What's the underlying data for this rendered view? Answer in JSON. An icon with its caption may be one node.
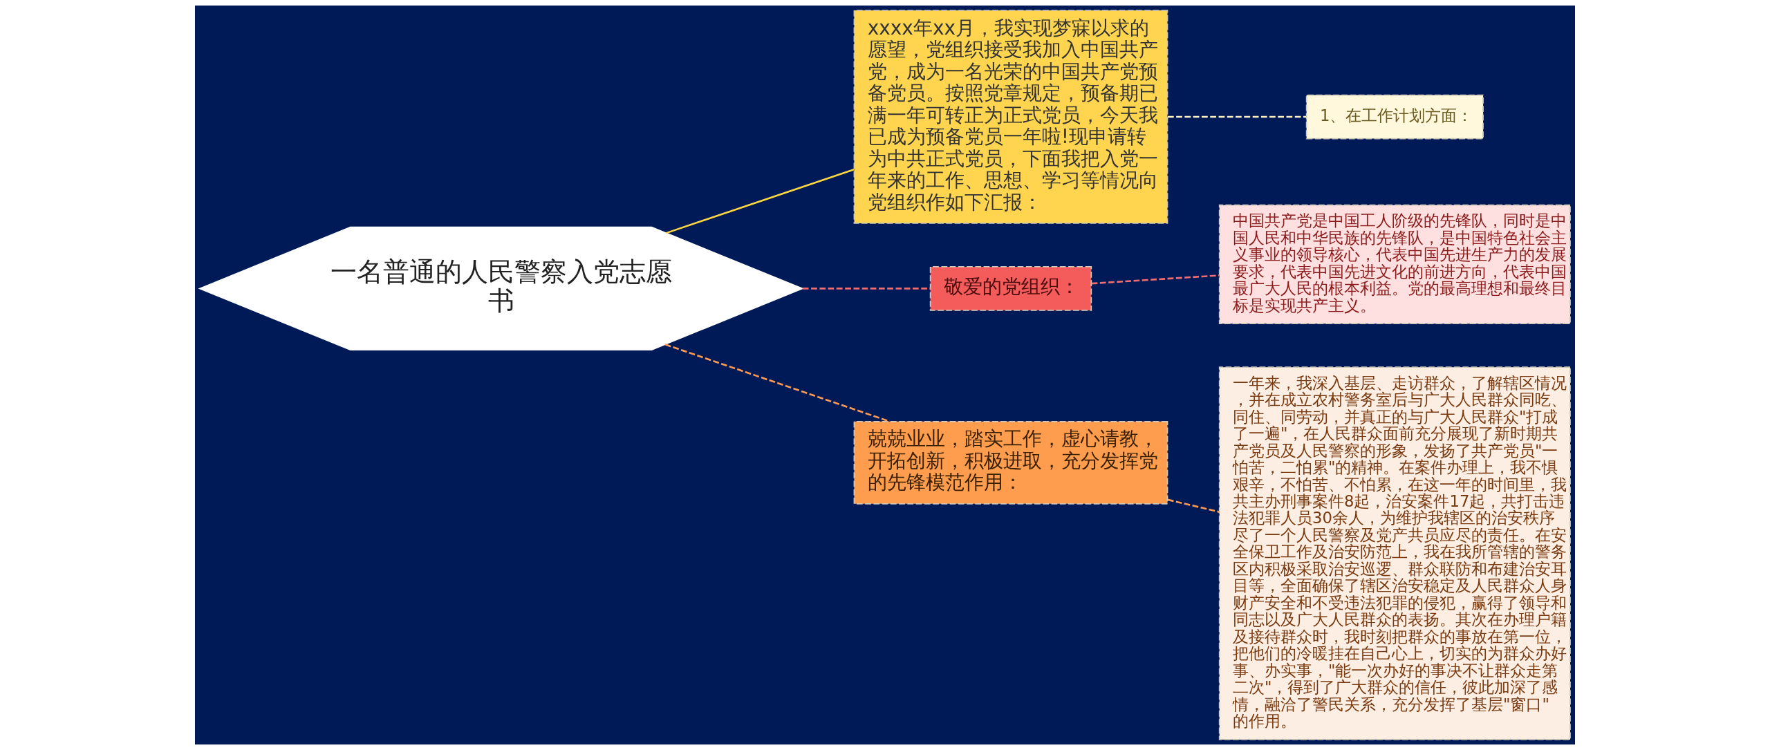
{
  "diagram": {
    "nodes": [
      {
        "text": [
          "一名普通的人民警察入党志愿书"
        ]
      },
      {
        "text": [
          "xxxx年xx月，我实现梦寐以求的愿望，党组织接受我加入中国共产党，成为一名光荣的中国共产党预备党员。按照党章规定，预备期已满一年可转正为正式党员，今天我已成为预备党员一年啦!现申请转为中共正式党员，下面我把入党一年来的工作、思想、学习等情况向党组织作如下汇报："
        ]
      },
      {
        "text": [
          "1、在工作计划方面："
        ]
      },
      {
        "text": [
          "敬爱的党组织："
        ]
      },
      {
        "text": [
          "中国共产党是中国工人阶级的先锋队，同时是中国人民和中华民族的先锋队，是中国特色社会主义事业的领导核心，代表中国先进生产力的发展要求，代表中国先进文化的前进方向，代表中国最广大人民的根本利益。党的最高理想和最终目标是实现共产主义。"
        ]
      },
      {
        "text": [
          "兢兢业业，踏实工作，虚心请教，开拓创新，积极进取，充分发挥党的先锋模范作用："
        ]
      },
      {
        "text": [
          "一年来，我深入基层、走访群众，了解辖区情况，并在成立农村警务室后与广大人民群众同吃、同住、同劳动，并真正的与广大人民群众\"打成了一遍\"，在人民群众面前充分展现了新时期共产党员及人民警察的形象，发扬了共产党员\"一怕苦，二怕累\"的精神。在案件办理上，我不惧艰辛，不怕苦、不怕累，在这一年的时间里，我共主办刑事案件8起，治安案件17起，共打击违法犯罪人员30余人，为维护我辖区的治安秩序尽了一个人民警察及党产共员应尽的责任。在安全保卫工作及治安防范上，我在我所管辖的警务区内积极采取治安巡逻、群众联防和布建治安耳目等，全面确保了辖区治安稳定及人民群众人身财产安全和不受违法犯罪的侵犯，赢得了领导和同志以及广大人民群众的表扬。其次在办理户籍及接待群众时，我时刻把群众的事放在第一位，把他们的冷暖挂在自己心上，切实的为群众办好事、办实事，\"能一次办好的事决不让群众走第二次\"，得到了广大群众的信任，彼此加深了感情，融洽了警民关系，充分发挥了基层\"窗口\"的作用。"
        ]
      }
    ],
    "edges": [
      {
        "from": 0,
        "to": 1,
        "arrow": "none",
        "color": "#ffd740"
      },
      {
        "from": 1,
        "to": 2,
        "arrow": "none",
        "style": "dashed",
        "color": "#fff3c4"
      },
      {
        "from": 0,
        "to": 3,
        "arrow": "none",
        "style": "dashed",
        "color": "#f26d6d"
      },
      {
        "from": 3,
        "to": 4,
        "arrow": "none",
        "style": "dashed",
        "color": "#f26d6d"
      },
      {
        "from": 0,
        "to": 5,
        "arrow": "none",
        "style": "dashed",
        "color": "#ff9a52"
      },
      {
        "from": 5,
        "to": 6,
        "arrow": "none",
        "style": "dashed",
        "color": "#ff9a52"
      }
    ]
  }
}
